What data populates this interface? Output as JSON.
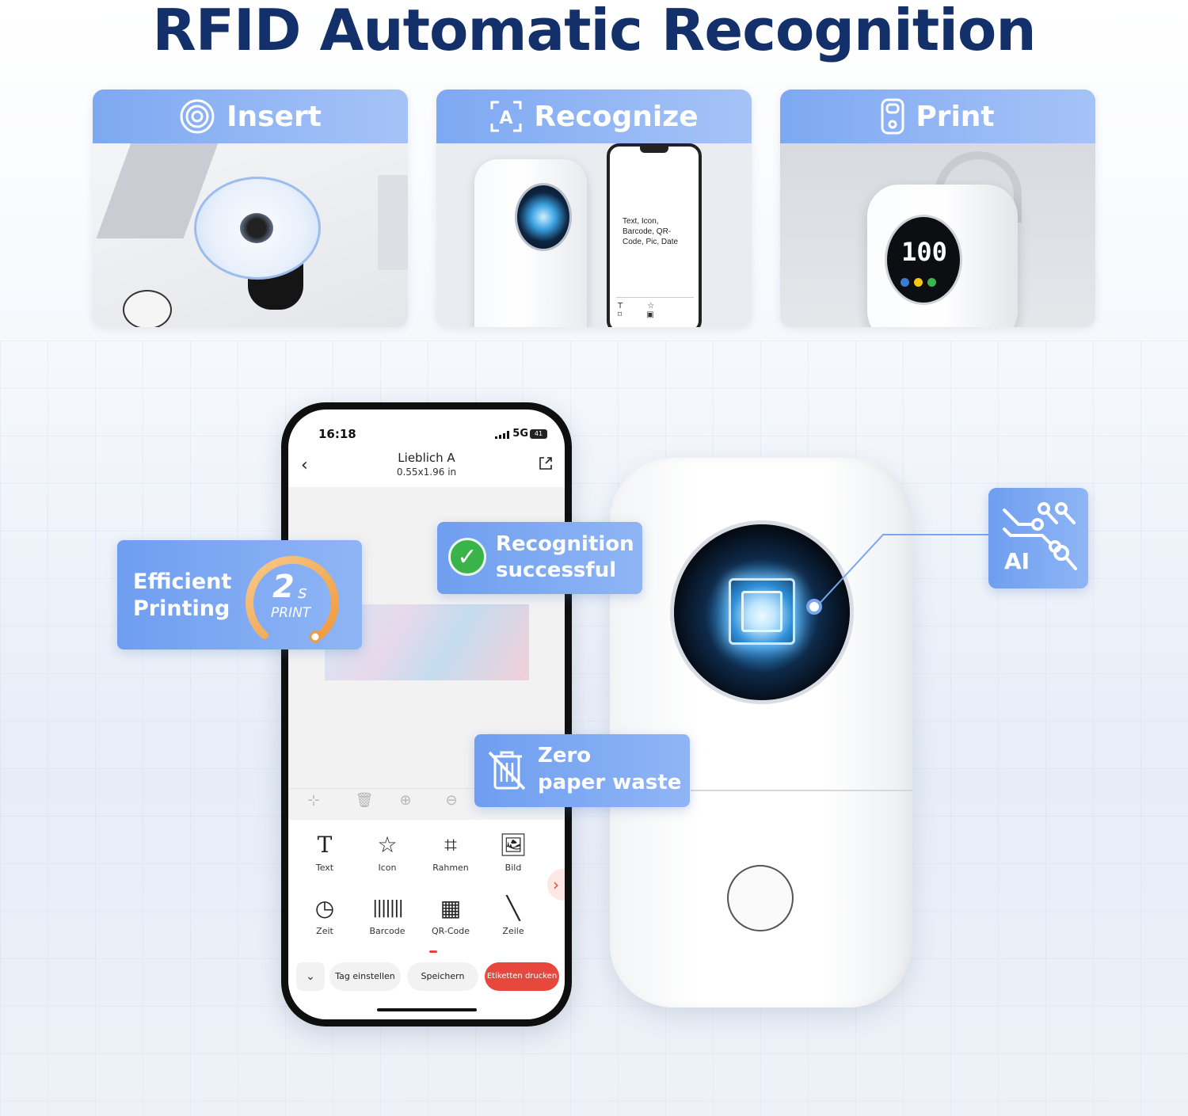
{
  "title": "RFID Automatic Recognition",
  "steps": [
    {
      "label": "Insert",
      "icon": "target-icon"
    },
    {
      "label": "Recognize",
      "icon": "scan-icon"
    },
    {
      "label": "Print",
      "icon": "printer-icon"
    }
  ],
  "recognize_phone_text": "Text, Icon, Barcode, QR-Code, Pic, Date",
  "print_display": "100",
  "phone": {
    "time": "16:18",
    "network": "5G",
    "battery": "41",
    "title": "Lieblich A",
    "size": "0.55x1.96 in",
    "tools": [
      {
        "label": "Text"
      },
      {
        "label": "Icon"
      },
      {
        "label": "Rahmen"
      },
      {
        "label": "Bild"
      },
      {
        "label": "Zeit"
      },
      {
        "label": "Barcode"
      },
      {
        "label": "QR-Code"
      },
      {
        "label": "Zeile"
      }
    ],
    "buttons": {
      "tag": "Tag einstellen",
      "save": "Speichern",
      "print": "Etiketten drucken"
    }
  },
  "callouts": {
    "efficient_line1": "Efficient",
    "efficient_line2": "Printing",
    "gauge_value": "2",
    "gauge_unit": "s",
    "gauge_label": "PRINT",
    "recognition_line1": "Recognition",
    "recognition_line2": "successful",
    "zero_line1": "Zero",
    "zero_line2": "paper waste",
    "ai_label": "AI"
  },
  "colors": {
    "title": "#14306b",
    "accent_blue": "#7ea8f2",
    "print_button": "#e8473d",
    "check_green": "#39b34a",
    "gauge_orange": "#f4a94a"
  }
}
